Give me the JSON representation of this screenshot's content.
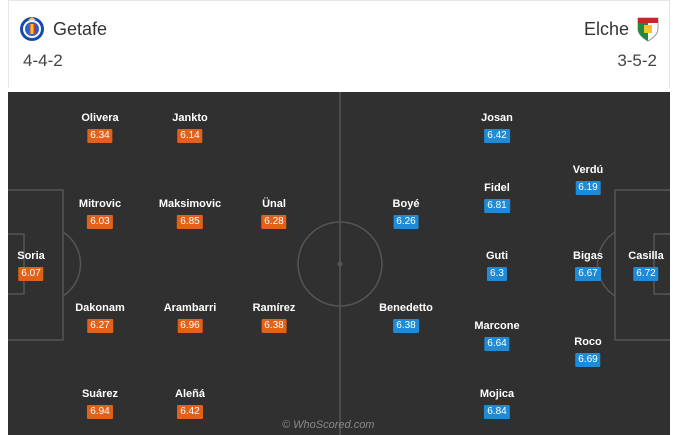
{
  "home": {
    "name": "Getafe",
    "formation": "4-4-2",
    "crest_icon": "getafe-crest-icon",
    "players": [
      {
        "name": "Soria",
        "rating": "6.07"
      },
      {
        "name": "Olivera",
        "rating": "6.34"
      },
      {
        "name": "Mitrovic",
        "rating": "6.03"
      },
      {
        "name": "Dakonam",
        "rating": "6.27"
      },
      {
        "name": "Suárez",
        "rating": "6.94"
      },
      {
        "name": "Jankto",
        "rating": "6.14"
      },
      {
        "name": "Maksimovic",
        "rating": "6.85"
      },
      {
        "name": "Arambarri",
        "rating": "6.96"
      },
      {
        "name": "Aleñá",
        "rating": "6.42"
      },
      {
        "name": "Ünal",
        "rating": "6.28"
      },
      {
        "name": "Ramírez",
        "rating": "6.38"
      }
    ]
  },
  "away": {
    "name": "Elche",
    "formation": "3-5-2",
    "crest_icon": "elche-crest-icon",
    "players": [
      {
        "name": "Boyé",
        "rating": "6.26"
      },
      {
        "name": "Benedetto",
        "rating": "6.38"
      },
      {
        "name": "Josan",
        "rating": "6.42"
      },
      {
        "name": "Fidel",
        "rating": "6.81"
      },
      {
        "name": "Guti",
        "rating": "6.3"
      },
      {
        "name": "Marcone",
        "rating": "6.64"
      },
      {
        "name": "Mojica",
        "rating": "6.84"
      },
      {
        "name": "Verdú",
        "rating": "6.19"
      },
      {
        "name": "Bigas",
        "rating": "6.67"
      },
      {
        "name": "Roco",
        "rating": "6.69"
      },
      {
        "name": "Casilla",
        "rating": "6.72"
      }
    ]
  },
  "colors": {
    "pitch": "#303030",
    "lines": "#555555",
    "home_rating": "#e0621a",
    "away_rating": "#1f8ad6"
  },
  "watermark": "© WhoScored.com"
}
